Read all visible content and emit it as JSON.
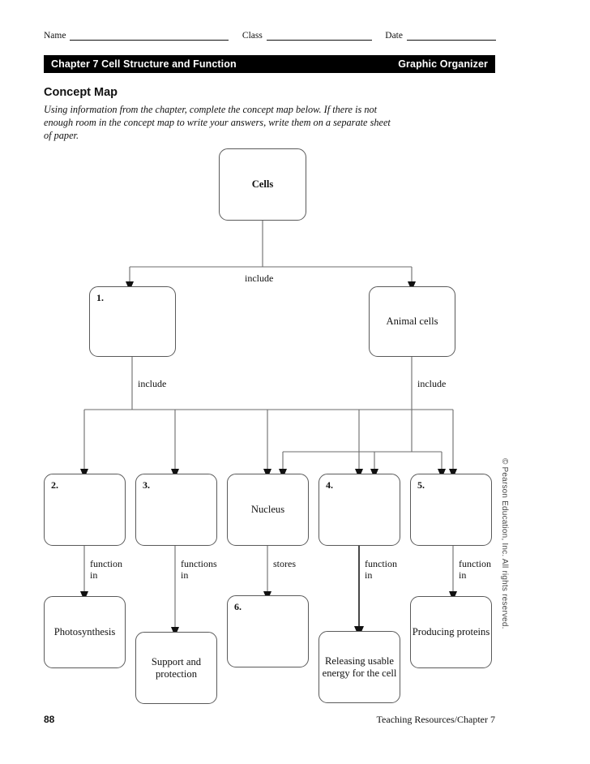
{
  "header": {
    "name_label": "Name",
    "class_label": "Class",
    "date_label": "Date",
    "chapter_title": "Chapter 7  Cell Structure and Function",
    "worksheet_type": "Graphic Organizer"
  },
  "section": {
    "heading": "Concept Map",
    "instructions": "Using information from the chapter, complete the concept map below. If there is not enough room in the concept map to write your answers, write them on a separate sheet of paper."
  },
  "concept_map": {
    "nodes": [
      {
        "id": "cells",
        "label": "Cells",
        "number": "",
        "bold": true
      },
      {
        "id": "blank1",
        "label": "",
        "number": "1.",
        "bold": false
      },
      {
        "id": "animal-cells",
        "label": "Animal\ncells",
        "number": "",
        "bold": false
      },
      {
        "id": "blank2",
        "label": "",
        "number": "2.",
        "bold": false
      },
      {
        "id": "blank3",
        "label": "",
        "number": "3.",
        "bold": false
      },
      {
        "id": "nucleus",
        "label": "Nucleus",
        "number": "",
        "bold": false
      },
      {
        "id": "blank4",
        "label": "",
        "number": "4.",
        "bold": false
      },
      {
        "id": "blank5",
        "label": "",
        "number": "5.",
        "bold": false
      },
      {
        "id": "photosynthesis",
        "label": "Photosynthesis",
        "number": "",
        "bold": false
      },
      {
        "id": "support",
        "label": "Support and\nprotection",
        "number": "",
        "bold": false
      },
      {
        "id": "blank6",
        "label": "",
        "number": "6.",
        "bold": false
      },
      {
        "id": "releasing",
        "label": "Releasing\nusable energy\nfor the cell",
        "number": "",
        "bold": false
      },
      {
        "id": "producing",
        "label": "Producing\nproteins",
        "number": "",
        "bold": false
      }
    ],
    "edge_labels": {
      "cells_include": "include",
      "plant_include": "include",
      "animal_include": "include",
      "photosynthesis_rel": "function\nin",
      "support_rel": "functions\nin",
      "nucleus_rel": "stores",
      "releasing_rel": "function\nin",
      "producing_rel": "function\nin"
    }
  },
  "copyright": "© Pearson Education, Inc. All rights reserved.",
  "footer": {
    "page_number": "88",
    "source": "Teaching Resources/Chapter 7"
  }
}
